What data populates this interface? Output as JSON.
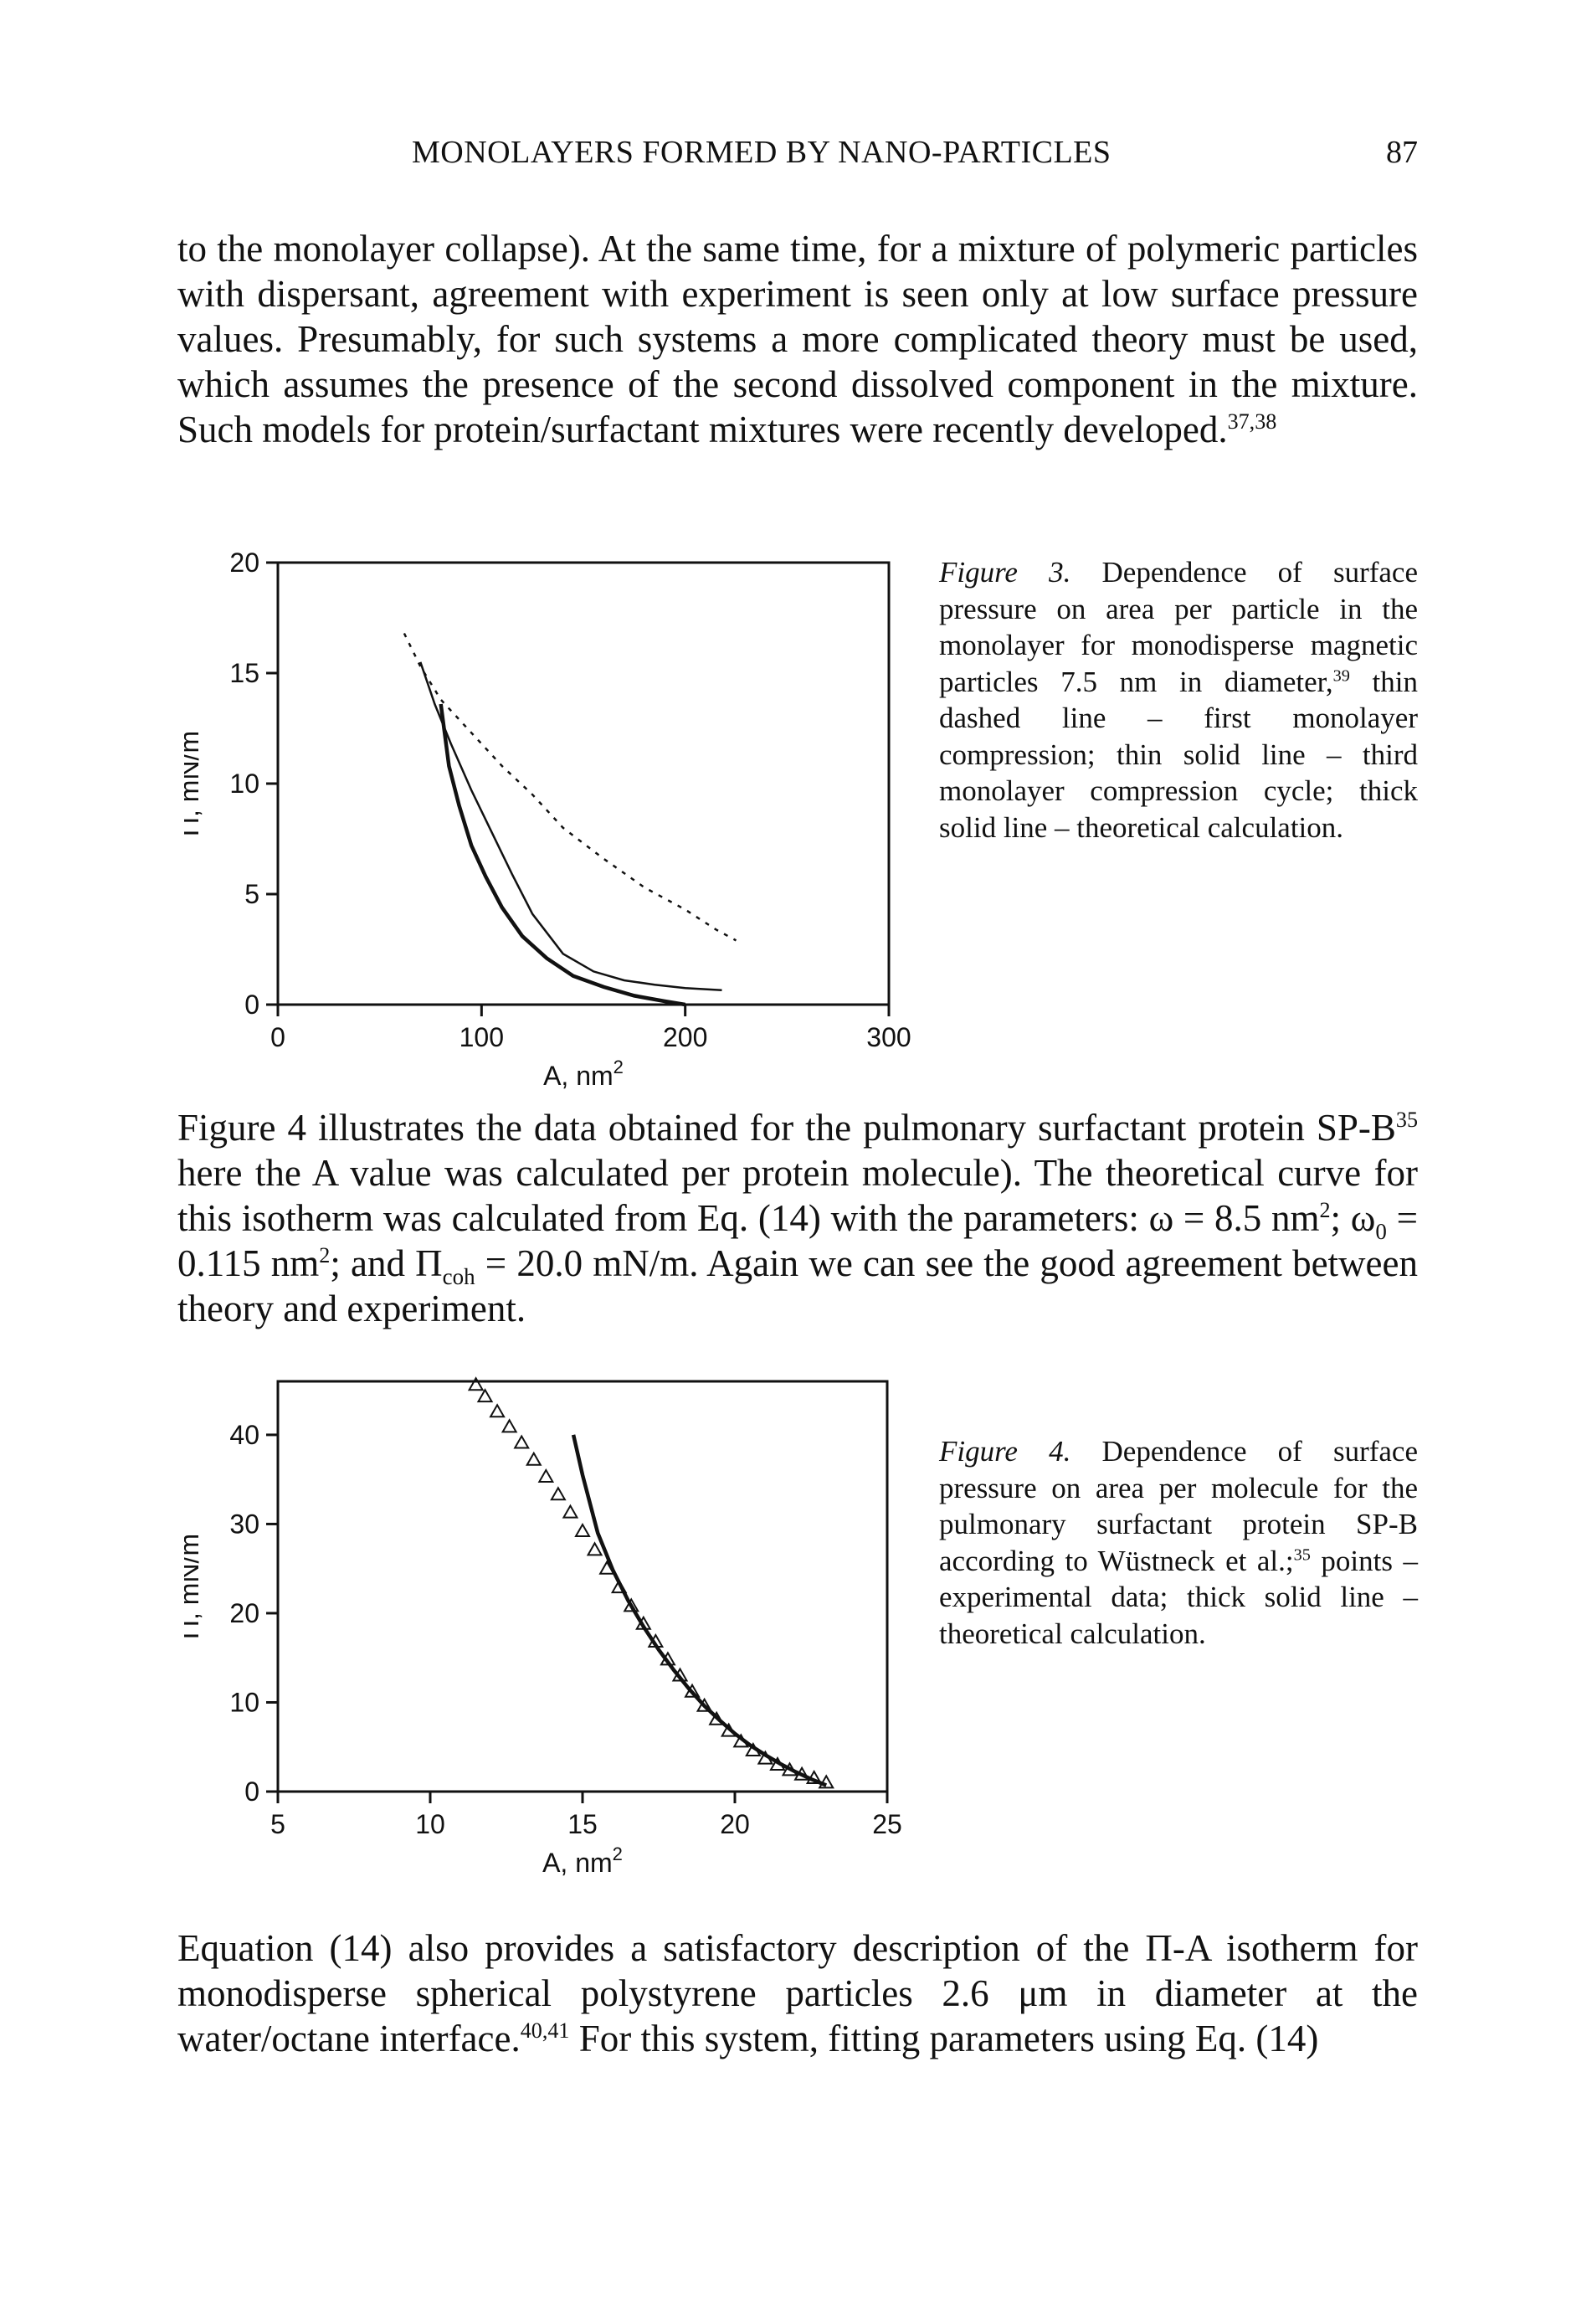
{
  "header": {
    "running_title": "MONOLAYERS FORMED BY NANO-PARTICLES",
    "page_number": "87"
  },
  "paragraphs": {
    "p1_text": "to the monolayer collapse). At the same time, for a mixture of polymeric particles with dispersant, agreement with experiment is seen only at low surface pressure values. Presumably, for such systems a more complicated theory must be used, which assumes the presence of the second dissolved component in the mixture. Such models for protein/surfactant mixtures were recently developed.",
    "p1_ref": "37,38",
    "p2_a": "Figure 4 illustrates the data obtained for the pulmonary surfactant protein SP-B",
    "p2_ref": "35",
    "p2_b": " here the A value was calculated per protein molecule). The theoretical curve for this isotherm was calculated from Eq. (14) with the parameters: ω = 8.5 nm",
    "p2_sup1": "2",
    "p2_c": "; ω",
    "p2_sub1": "0",
    "p2_d": " = 0.115 nm",
    "p2_sup2": "2",
    "p2_e": "; and Π",
    "p2_sub2": "coh",
    "p2_f": " = 20.0 mN/m. Again we can see the good agreement between theory and experiment.",
    "p3_a": "Equation (14) also provides a satisfactory description of the Π-A isotherm for monodisperse spherical polystyrene particles 2.6 μm in diameter at the water/octane interface.",
    "p3_ref": "40,41",
    "p3_b": " For this system, fitting parameters using Eq. (14)"
  },
  "captions": {
    "fig3_label": "Figure 3.",
    "fig3_a": " Dependence of surface pressure on area per particle in the monolayer for monodisperse magnetic particles 7.5 nm in diameter,",
    "fig3_ref": "39",
    "fig3_b": " thin dashed line – first monolayer compression; thin solid line – third monolayer compression cycle; thick solid line – theoretical calculation.",
    "fig4_label": "Figure 4.",
    "fig4_a": " Dependence of surface pressure on area per molecule for the pulmonary surfactant protein SP-B according to Wüstneck et al.;",
    "fig4_ref": "35",
    "fig4_b": " points – experimental data; thick solid line – theoretical calculation."
  },
  "chart_data": [
    {
      "type": "line",
      "xlabel": "A, nm",
      "xlabel_sup": "2",
      "ylabel": "Π, mN/m",
      "xlim": [
        0,
        300
      ],
      "ylim": [
        0,
        20
      ],
      "xticks": [
        "0",
        "100",
        "200",
        "300"
      ],
      "yticks": [
        "0",
        "5",
        "10",
        "15",
        "20"
      ],
      "grid": false,
      "series": [
        {
          "style": "thin dashed",
          "x": [
            62,
            70,
            80,
            95,
            110,
            125,
            140,
            160,
            180,
            200,
            215,
            225
          ],
          "y": [
            16.8,
            15.3,
            13.8,
            12.3,
            10.8,
            9.5,
            8.0,
            6.6,
            5.3,
            4.3,
            3.4,
            2.9
          ]
        },
        {
          "style": "thin solid",
          "x": [
            70,
            77,
            85,
            95,
            105,
            115,
            125,
            140,
            155,
            170,
            185,
            200,
            218
          ],
          "y": [
            15.5,
            13.6,
            11.8,
            9.7,
            7.8,
            5.9,
            4.1,
            2.3,
            1.5,
            1.1,
            0.9,
            0.75,
            0.65
          ]
        },
        {
          "style": "thick solid",
          "x": [
            80,
            84,
            89,
            95,
            102,
            110,
            120,
            132,
            145,
            160,
            175,
            190,
            200
          ],
          "y": [
            13.6,
            10.8,
            9.0,
            7.2,
            5.8,
            4.4,
            3.1,
            2.1,
            1.3,
            0.8,
            0.4,
            0.15,
            0.0
          ]
        }
      ]
    },
    {
      "type": "scatter",
      "xlabel": "A, nm",
      "xlabel_sup": "2",
      "ylabel": "Π, mN/m",
      "xlim": [
        5,
        25
      ],
      "ylim": [
        0,
        46
      ],
      "xticks": [
        "5",
        "10",
        "15",
        "20",
        "25"
      ],
      "yticks": [
        "0",
        "10",
        "20",
        "30",
        "40"
      ],
      "grid": false,
      "series": [
        {
          "style": "open triangle markers",
          "x": [
            11.5,
            11.8,
            12.2,
            12.6,
            13.0,
            13.4,
            13.8,
            14.2,
            14.6,
            15.0,
            15.4,
            15.8,
            16.2,
            16.6,
            17.0,
            17.4,
            17.8,
            18.2,
            18.6,
            19.0,
            19.4,
            19.8,
            20.2,
            20.6,
            21.0,
            21.4,
            21.8,
            22.2,
            22.6,
            23.0
          ],
          "y": [
            45.6,
            44.3,
            42.6,
            40.9,
            39.1,
            37.2,
            35.3,
            33.3,
            31.3,
            29.2,
            27.1,
            25.0,
            22.9,
            20.8,
            18.8,
            16.8,
            14.8,
            13.0,
            11.2,
            9.6,
            8.1,
            6.8,
            5.6,
            4.6,
            3.7,
            3.0,
            2.4,
            1.9,
            1.5,
            1.0
          ]
        },
        {
          "style": "thick solid",
          "x": [
            14.7,
            15.0,
            15.5,
            16.0,
            16.5,
            17.0,
            17.5,
            18.0,
            18.5,
            19.0,
            19.5,
            20.0,
            20.5,
            21.0,
            21.5,
            22.0,
            22.5,
            23.0
          ],
          "y": [
            40.0,
            35.5,
            29.0,
            24.8,
            21.4,
            18.5,
            15.9,
            13.6,
            11.5,
            9.6,
            8.0,
            6.5,
            5.2,
            4.1,
            3.1,
            2.2,
            1.4,
            0.7
          ]
        }
      ]
    }
  ]
}
